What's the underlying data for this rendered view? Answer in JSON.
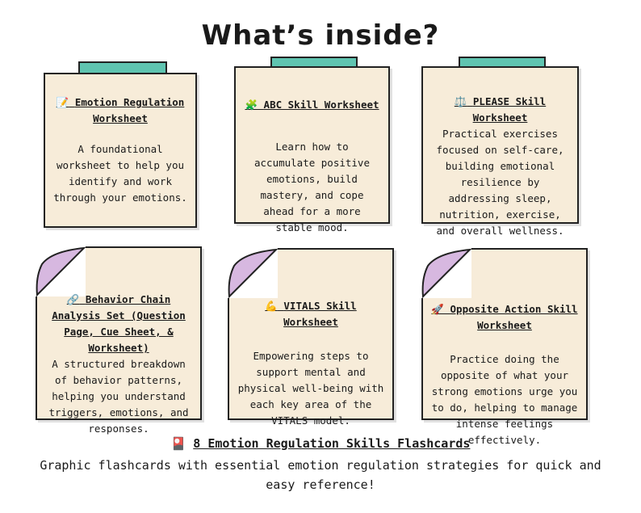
{
  "title": "What’s inside?",
  "cards": [
    {
      "icon": "📝",
      "title": "Emotion Regulation Worksheet",
      "desc": "A foundational worksheet to help you identify and work through your emotions."
    },
    {
      "icon": "🧩",
      "title": "ABC Skill Worksheet",
      "desc": "Learn how to accumulate positive emotions, build mastery, and cope ahead for a more stable mood."
    },
    {
      "icon": "⚖️",
      "title": "PLEASE Skill Worksheet",
      "desc": "Practical exercises focused on self-care, building emotional resilience by addressing sleep, nutrition, exercise, and overall wellness."
    },
    {
      "icon": "🔗",
      "title": "Behavior Chain Analysis Set (Question Page, Cue Sheet, & Worksheet)",
      "desc": "A structured breakdown of behavior patterns, helping you understand triggers, emotions, and responses."
    },
    {
      "icon": "💪",
      "title": "VITALS Skill Worksheet",
      "desc": "Empowering steps to support mental and physical well-being with each key area of the VITALS model."
    },
    {
      "icon": "🚀",
      "title": "Opposite Action Skill Worksheet",
      "desc": "Practice doing the opposite of what your strong emotions urge you to do, helping to manage intense feelings effectively."
    }
  ],
  "flashcards": {
    "icon": "🎴",
    "title": "8 Emotion Regulation Skills Flashcards",
    "desc": "Graphic flashcards with essential emotion regulation strategies for quick and easy reference!"
  },
  "colors": {
    "card_bg": "#f7ecd9",
    "tape": "#5fc4b0",
    "curl": "#d7b8e0"
  }
}
